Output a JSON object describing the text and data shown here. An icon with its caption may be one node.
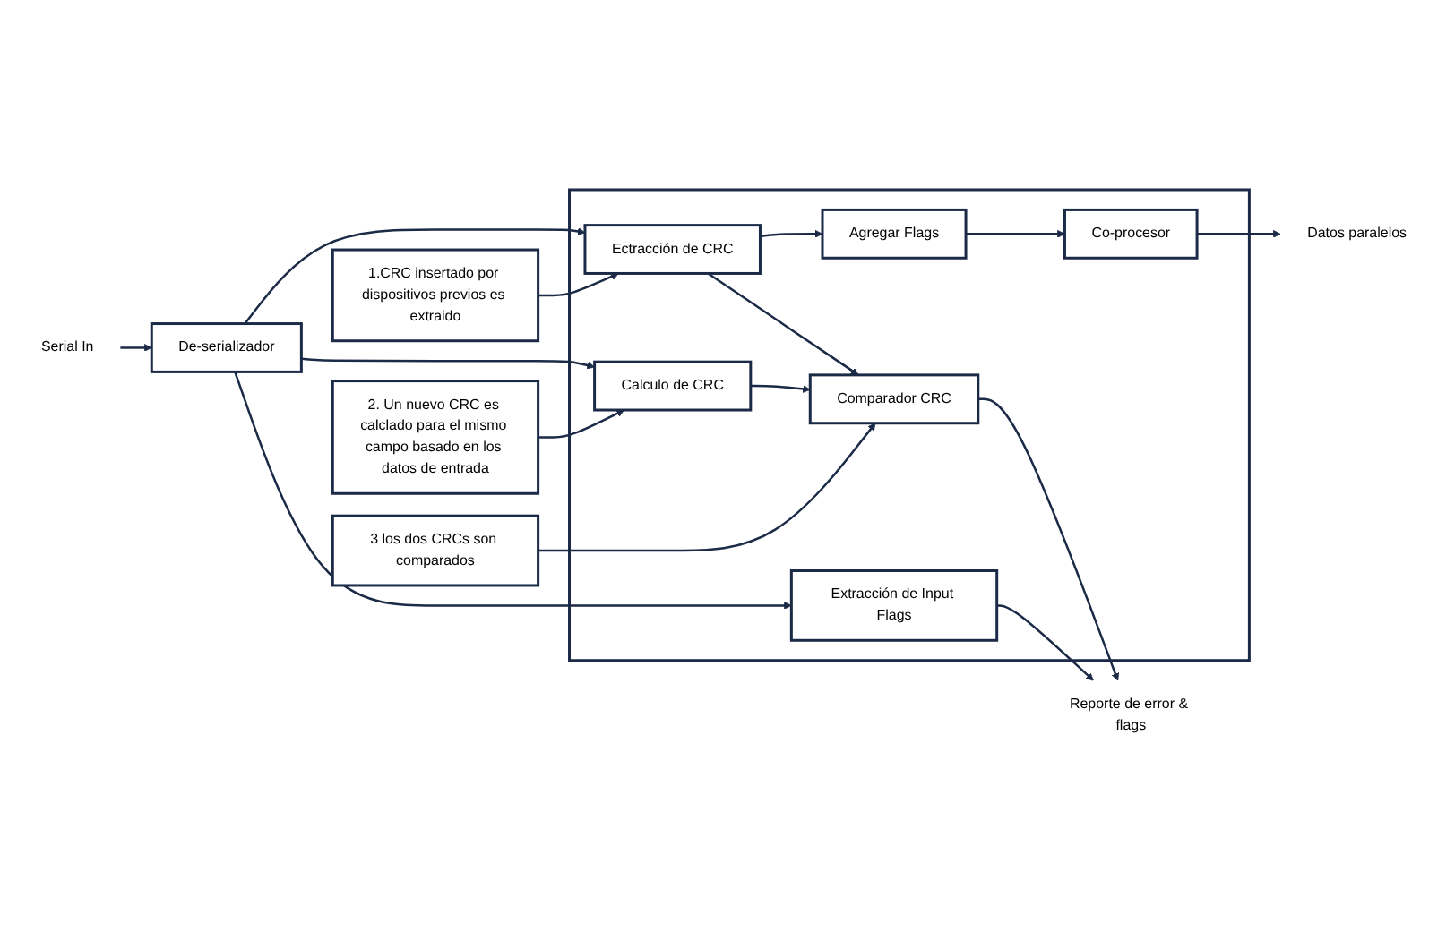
{
  "diagram": {
    "nodes": [
      {
        "text": [
          "1.CRC insertado por dispositivos previos es extraido"
        ]
      },
      {
        "text": [
          "Serial In"
        ]
      },
      {
        "text": [
          "De-serializador"
        ]
      },
      {
        "text": [],
        "shape": "box"
      },
      {
        "text": [
          "Ectracción de CRC"
        ],
        "in": 3
      },
      {
        "text": [
          "Agregar Flags"
        ],
        "in": 3
      },
      {
        "text": [
          "Co-procesor"
        ],
        "in": 3
      },
      {
        "text": [
          "Datos paralelos"
        ]
      },
      {
        "text": [
          "3 los dos CRCs son comparados"
        ]
      },
      {
        "text": [
          "Comparador CRC"
        ],
        "in": 3
      },
      {
        "text": [
          "Reporte de error & flags"
        ]
      },
      {
        "text": [
          "Calculo de CRC"
        ],
        "in": 3
      },
      {
        "text": [
          "Extracción de Input Flags"
        ],
        "in": 3
      },
      {
        "text": [
          "2. Un nuevo CRC es calclado para el mismo campo basado en los datos de entrada"
        ]
      }
    ],
    "edges": [
      {
        "from": 1,
        "to": 2,
        "arrow": "to"
      },
      {
        "from": 2,
        "to": 4,
        "arrow": "to"
      },
      {
        "from": 2,
        "to": 11,
        "arrow": "to"
      },
      {
        "from": 2,
        "to": 12,
        "arrow": "to"
      },
      {
        "from": 4,
        "to": 5,
        "arrow": "to"
      },
      {
        "from": 5,
        "to": 6,
        "arrow": "to"
      },
      {
        "from": 6,
        "to": 7,
        "arrow": "to"
      },
      {
        "from": 4,
        "to": 9,
        "arrow": "to"
      },
      {
        "from": 11,
        "to": 9,
        "arrow": "to"
      },
      {
        "from": 8,
        "to": 9,
        "arrow": "to"
      },
      {
        "from": 9,
        "to": 10,
        "arrow": "to"
      },
      {
        "from": 12,
        "to": 10,
        "arrow": "to"
      },
      {
        "from": 0,
        "to": 4,
        "arrow": "to"
      },
      {
        "from": 13,
        "to": 11,
        "arrow": "to"
      }
    ]
  }
}
